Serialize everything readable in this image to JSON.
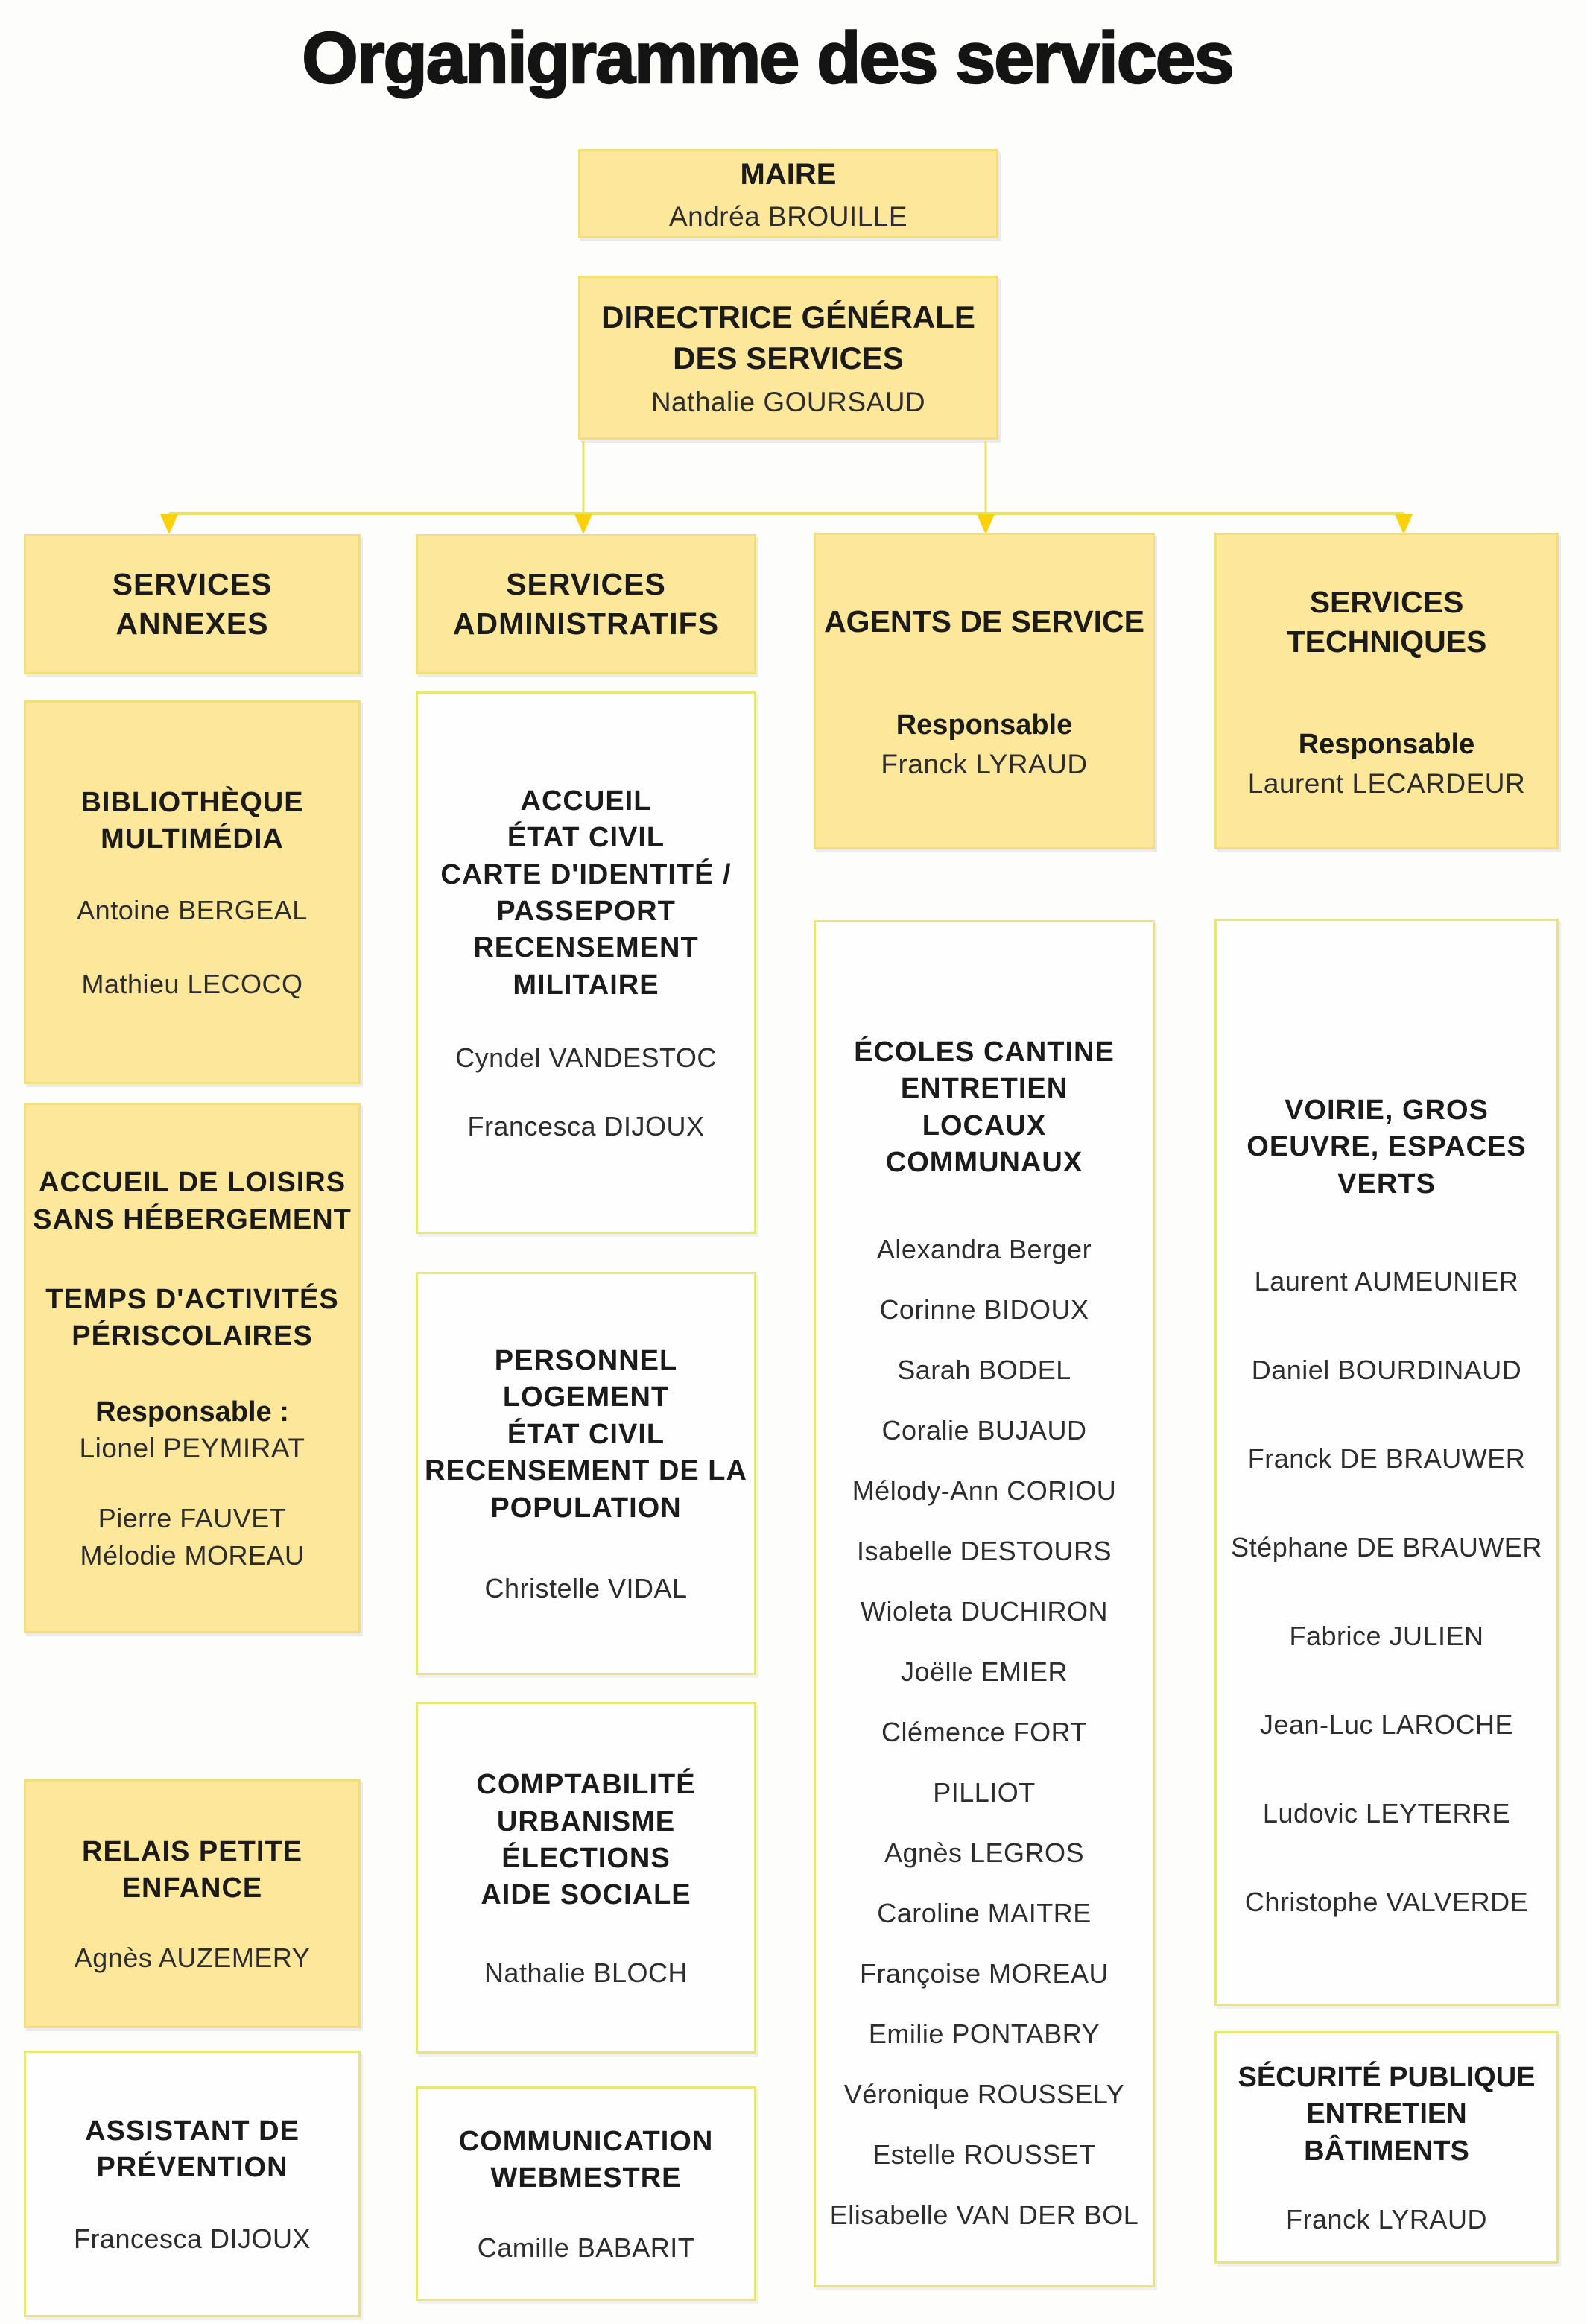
{
  "page_title": "Organigramme des services",
  "root": {
    "maire": {
      "title": "MAIRE",
      "name": "Andréa BROUILLE"
    },
    "direction": {
      "title": "DIRECTRICE GÉNÉRALE\nDES SERVICES",
      "name": "Nathalie GOURSAUD"
    }
  },
  "columns": {
    "annexes": {
      "header": "SERVICES\nANNEXES",
      "bibliotheque": {
        "title": "BIBLIOTHÈQUE\nMULTIMÉDIA",
        "names": [
          "Antoine BERGEAL",
          "Mathieu LECOCQ"
        ]
      },
      "accueil_loisirs": {
        "title": "ACCUEIL DE LOISIRS\nSANS HÉBERGEMENT",
        "title2": "TEMPS D'ACTIVITÉS\nPÉRISCOLAIRES",
        "responsable_label": "Responsable :",
        "responsable": "Lionel PEYMIRAT",
        "names": [
          "Pierre FAUVET",
          "Mélodie MOREAU"
        ]
      },
      "relais": {
        "title": "RELAIS PETITE\nENFANCE",
        "names": [
          "Agnès AUZEMERY"
        ]
      },
      "assistant": {
        "title": "ASSISTANT DE\nPRÉVENTION",
        "names": [
          "Francesca DIJOUX"
        ]
      }
    },
    "administratifs": {
      "header": "SERVICES\nADMINISTRATIFS",
      "etat_civil": {
        "title": "ACCUEIL\nÉTAT CIVIL\nCARTE D'IDENTITÉ /\nPASSEPORT\nRECENSEMENT\nMILITAIRE",
        "names": [
          "Cyndel VANDESTOC",
          "Francesca DIJOUX"
        ]
      },
      "personnel": {
        "title": "PERSONNEL\nLOGEMENT\nÉTAT CIVIL\nRECENSEMENT DE LA\nPOPULATION",
        "names": [
          "Christelle VIDAL"
        ]
      },
      "comptabilite": {
        "title": "COMPTABILITÉ\nURBANISME\nÉLECTIONS\nAIDE SOCIALE",
        "names": [
          "Nathalie BLOCH"
        ]
      },
      "communication": {
        "title": "COMMUNICATION\nWEBMESTRE",
        "names": [
          "Camille BABARIT"
        ]
      }
    },
    "agents": {
      "header": "AGENTS DE SERVICE",
      "responsable_label": "Responsable",
      "responsable": "Franck LYRAUD",
      "ecoles": {
        "title": "ÉCOLES CANTINE\nENTRETIEN\nLOCAUX COMMUNAUX",
        "names": [
          "Alexandra Berger",
          "Corinne BIDOUX",
          "Sarah BODEL",
          "Coralie BUJAUD",
          "Mélody-Ann CORIOU",
          "Isabelle DESTOURS",
          "Wioleta DUCHIRON",
          "Joëlle EMIER",
          "Clémence FORT",
          "PILLIOT",
          "Agnès LEGROS",
          "Caroline MAITRE",
          "Françoise MOREAU",
          "Emilie PONTABRY",
          "Véronique ROUSSELY",
          "Estelle ROUSSET",
          "Elisabelle VAN DER BOL"
        ]
      }
    },
    "techniques": {
      "header": "SERVICES\nTECHNIQUES",
      "responsable_label": "Responsable",
      "responsable": "Laurent LECARDEUR",
      "voirie": {
        "title": "VOIRIE, GROS\nOEUVRE, ESPACES\nVERTS",
        "names": [
          "Laurent AUMEUNIER",
          "Daniel BOURDINAUD",
          "Franck DE BRAUWER",
          "Stéphane DE BRAUWER",
          "Fabrice JULIEN",
          "Jean-Luc LAROCHE",
          "Ludovic LEYTERRE",
          "Christophe VALVERDE"
        ]
      },
      "securite": {
        "title": "SÉCURITÉ PUBLIQUE\nENTRETIEN\nBÂTIMENTS",
        "names": [
          "Franck LYRAUD"
        ]
      }
    }
  },
  "colors": {
    "page_bg": "#fdfdfc",
    "box_fill": "#fde79b",
    "box_border": "#f3df7a",
    "white_border": "#eae675",
    "line": "#e9e263",
    "arrow": "#fdd108",
    "ink": "#1b1b1b",
    "name_ink": "#2d2d2d"
  }
}
